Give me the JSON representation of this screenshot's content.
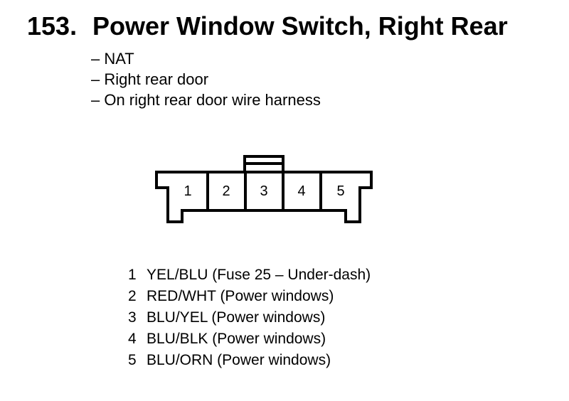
{
  "header": {
    "number": "153.",
    "title": "Power Window Switch, Right Rear"
  },
  "notes": [
    "– NAT",
    "– Right rear door",
    "– On right rear door wire harness"
  ],
  "connector": {
    "cavities": [
      "1",
      "2",
      "3",
      "4",
      "5"
    ]
  },
  "pinout": [
    {
      "pin": "1",
      "desc": "YEL/BLU (Fuse 25 – Under-dash)"
    },
    {
      "pin": "2",
      "desc": "RED/WHT (Power windows)"
    },
    {
      "pin": "3",
      "desc": "BLU/YEL (Power windows)"
    },
    {
      "pin": "4",
      "desc": "BLU/BLK (Power windows)"
    },
    {
      "pin": "5",
      "desc": "BLU/ORN (Power windows)"
    }
  ]
}
